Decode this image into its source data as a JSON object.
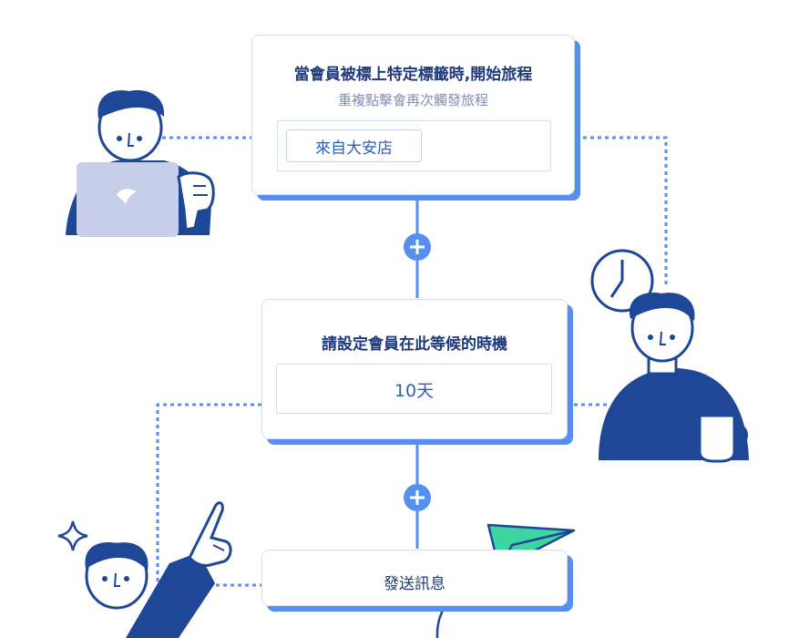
{
  "trigger_card": {
    "title": "當會員被標上特定標籤時,開始旅程",
    "subtitle": "重複點擊會再次觸發旅程",
    "tag_label": "來自大安店"
  },
  "wait_card": {
    "title": "請設定會員在此等候的時機",
    "value": "10天"
  },
  "action_card": {
    "title": "發送訊息"
  },
  "colors": {
    "accent": "#5590f0",
    "navy": "#1f4797",
    "title_text": "#1f3a7a",
    "paper_plane": "#3ed6a0"
  },
  "icons": {
    "add": "plus-circle-icon",
    "clock": "clock-icon",
    "plane": "paper-plane-icon",
    "sparkle": "sparkle-icon",
    "logo": "brand-logo-icon"
  }
}
